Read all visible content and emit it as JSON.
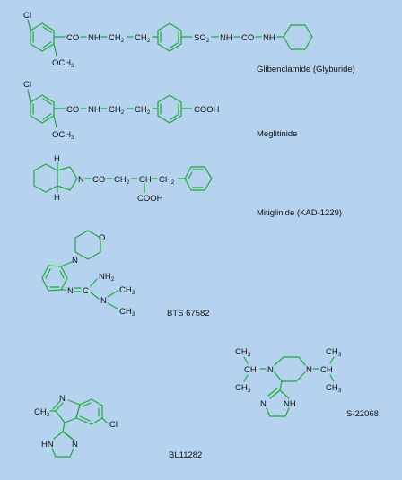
{
  "compounds": [
    {
      "name": "Glibenclamide (Glyburide)",
      "substituents": {
        "halogen": "Cl",
        "methoxy": "OCH",
        "methoxy_sub": "3"
      },
      "chain": {
        "co": "CO",
        "nh": "NH",
        "ch2a": "CH",
        "ch2b": "CH",
        "sub2": "2",
        "so2": "SO",
        "so2_sub": "2",
        "nh2": "NH",
        "co2": "CO",
        "nh3": "NH"
      }
    },
    {
      "name": "Meglitinide",
      "substituents": {
        "halogen": "Cl",
        "methoxy": "OCH",
        "methoxy_sub": "3"
      },
      "chain": {
        "co": "CO",
        "nh": "NH",
        "ch2a": "CH",
        "ch2b": "CH",
        "sub2": "2",
        "acid": "COOH"
      }
    },
    {
      "name": "Mitiglinide (KAD-1229)",
      "atoms": {
        "h_top": "H",
        "h_bot": "H",
        "n": "N",
        "co": "CO",
        "ch2a": "CH",
        "ch": "CH",
        "ch2b": "CH",
        "sub2": "2",
        "acid": "COOH"
      }
    },
    {
      "name": "BTS 67582",
      "atoms": {
        "o": "O",
        "n_ring": "N",
        "n_imine": "N",
        "c": "C",
        "nh2": "NH",
        "nh2_sub": "2",
        "n_amine": "N",
        "ch3": "CH",
        "ch3_sub": "3"
      }
    },
    {
      "name": "S-22068",
      "atoms": {
        "ch": "CH",
        "ch3": "CH",
        "ch3_sub": "3",
        "n": "N",
        "n_ring": "N",
        "nh": "NH"
      }
    },
    {
      "name": "BL11282",
      "atoms": {
        "n": "N",
        "ch3": "CH",
        "ch3_sub": "3",
        "cl": "Cl",
        "hn": "HN",
        "n_ring": "N"
      }
    }
  ],
  "colors": {
    "background": "#b5d3ee",
    "bond": "#1fa83a",
    "text": "#111111"
  }
}
